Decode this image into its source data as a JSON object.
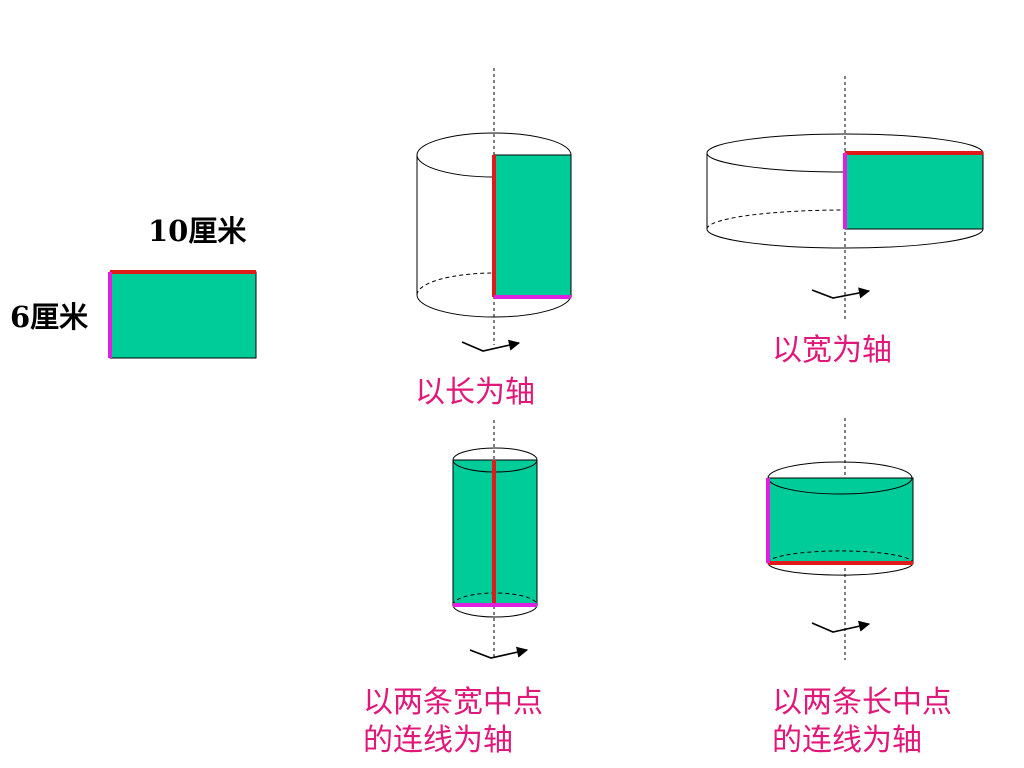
{
  "labels": {
    "length": "10厘米",
    "width": "6厘米"
  },
  "captions": {
    "length_axis": "以长为轴",
    "width_axis": "以宽为轴",
    "width_mid_axis_line1": "以两条宽中点",
    "width_mid_axis_line2": "的连线为轴",
    "length_mid_axis_line1": "以两条长中点",
    "length_mid_axis_line2": "的连线为轴"
  },
  "colors": {
    "fill": "#00cc99",
    "length_edge": "#e01a1a",
    "width_edge": "#e020e0",
    "caption": "#e0187a",
    "outline": "#000000"
  }
}
